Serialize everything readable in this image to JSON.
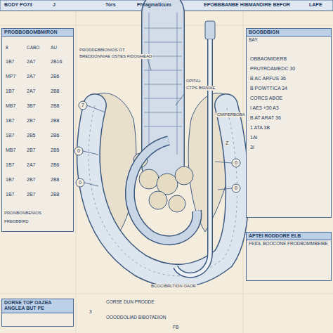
{
  "diagram": {
    "nodes": [
      {
        "text": [
          "PROBBOBOMBMIRON"
        ]
      },
      {
        "text": [
          "BOOBDBIGN",
          "BAY"
        ]
      },
      {
        "text": [
          "APTEI RODDORE ELB",
          "FEIDL BOOCONE FRODBOMMBEIBE"
        ]
      },
      {
        "text": [
          "DORSE TOP OAZEA ANGLEA BUT PE"
        ]
      }
    ],
    "labels": [
      "BODY PO73",
      "J",
      "Tors",
      "Phragmaticum",
      "EPOBBBANBE HIBMANDIRE BEFOR",
      "LAPE",
      "CABO",
      "AU",
      "8",
      "1B7",
      "2A7",
      "2B16",
      "MP7",
      "2A7",
      "2B6",
      "1B7",
      "2A7",
      "2B8",
      "MB7",
      "3B7",
      "2B8",
      "1B7",
      "2B7",
      "2B8",
      "1B7",
      "2B5",
      "2B6",
      "MB7",
      "2B7",
      "2B5",
      "1B7",
      "2A7",
      "2B6",
      "1B7",
      "2B7",
      "2B8",
      "1B7",
      "2B7",
      "2B8",
      "PRONBONBENIOS",
      "FREDBBIRD",
      "PRODDEBBIONIOS OT",
      "BREDDONNIAE OSTES FIDOGHEAD",
      "OPITAL",
      "CTPS BSINIAE",
      "CMIFERBOBA",
      "Z",
      "7",
      "0",
      "0",
      "0",
      "0",
      "BCOCIBRLTION OAOR",
      "OBBAOMIDERB",
      "PRUTRDAMEDC 30",
      "B AC ARFUS 36",
      "B POWTTICA 34",
      "CORCS ABOE",
      "I AE3 +30 A3",
      "B AT ARAT 36",
      "1 ATA 3B",
      "1AI",
      "3I",
      "CORSE DUN PRODDE",
      "3",
      "OOODDOLIAD BIBOTADION",
      "FB"
    ]
  }
}
